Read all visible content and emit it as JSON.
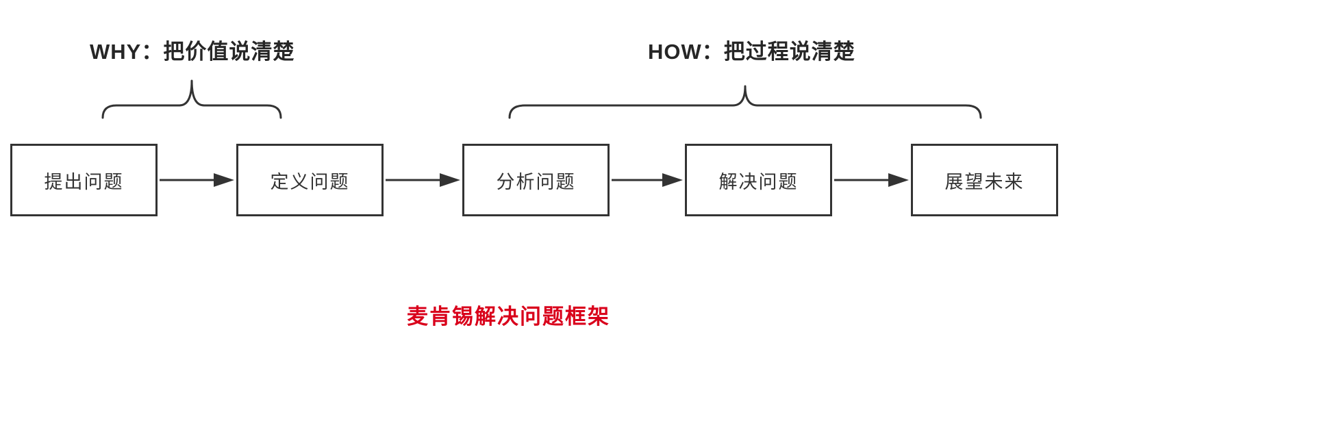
{
  "diagram": {
    "groups": [
      {
        "id": "why",
        "label": "WHY：把价值说清楚"
      },
      {
        "id": "how",
        "label": "HOW：把过程说清楚"
      }
    ],
    "steps": [
      {
        "id": "raise-problem",
        "label": "提出问题"
      },
      {
        "id": "define-problem",
        "label": "定义问题"
      },
      {
        "id": "analyze-problem",
        "label": "分析问题"
      },
      {
        "id": "solve-problem",
        "label": "解决问题"
      },
      {
        "id": "future-outlook",
        "label": "展望未来"
      }
    ],
    "caption": "麦肯锡解决问题框架",
    "colors": {
      "stroke": "#333333",
      "text": "#262626",
      "caption": "#d9001b"
    }
  }
}
